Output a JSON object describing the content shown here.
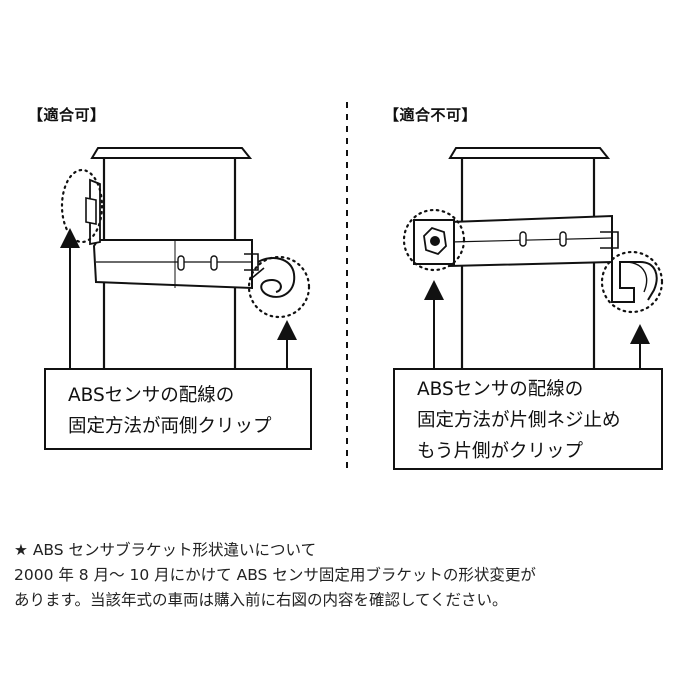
{
  "left_panel": {
    "title": "【適合可】",
    "label_lines": [
      "ABSセンサの配線の",
      "固定方法が両側クリップ"
    ]
  },
  "right_panel": {
    "title": "【適合不可】",
    "label_lines": [
      "ABSセンサの配線の",
      "固定方法が片側ネジ止め",
      "もう片側がクリップ"
    ]
  },
  "note": {
    "heading": "★ ABS センサブラケット形状違いについて",
    "line1": "2000 年 8 月〜 10 月にかけて ABS センサ固定用ブラケットの形状変更が",
    "line2": "あります。当該年式の車両は購入前に右図の内容を確認してください。"
  }
}
